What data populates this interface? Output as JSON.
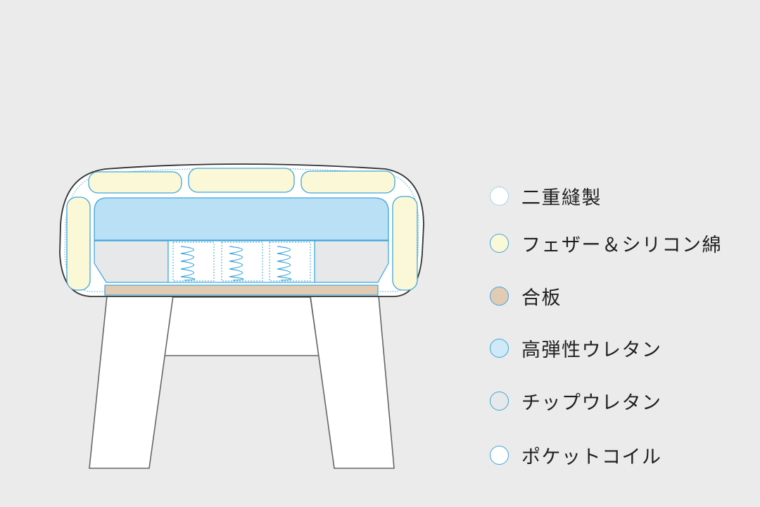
{
  "legend": [
    {
      "label": "二重縫製",
      "fill": "#ffffff",
      "border": "dotted",
      "icon": "dotted-circle-icon"
    },
    {
      "label": "フェザー＆シリコン綿",
      "fill": "#fbf8d7",
      "border": "solid",
      "icon": "feather-silicone-circle-icon"
    },
    {
      "label": "合板",
      "fill": "#e2cbb3",
      "border": "solid",
      "icon": "plywood-circle-icon"
    },
    {
      "label": "高弾性ウレタン",
      "fill": "#cfe9f7",
      "border": "solid",
      "icon": "high-resilience-urethane-circle-icon"
    },
    {
      "label": "チップウレタン",
      "fill": "#e6e8ea",
      "border": "solid",
      "icon": "chip-urethane-circle-icon"
    },
    {
      "label": "ポケットコイル",
      "fill": "#ffffff",
      "border": "solid",
      "icon": "pocket-coil-circle-icon"
    }
  ],
  "colors": {
    "background": "#ebebeb",
    "outline": "#3ea6d9",
    "frame": "#555555",
    "feather": "#fbf8d7",
    "urethane": "#b9e0f5",
    "chip": "#e6e8ea",
    "plywood": "#e2cbb3"
  }
}
